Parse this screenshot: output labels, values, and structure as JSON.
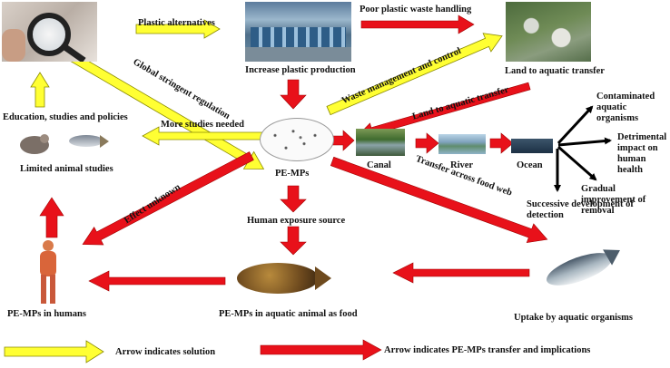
{
  "labels": {
    "plastic_alternatives": "Plastic alternatives",
    "poor_handling": "Poor plastic waste handling",
    "increase_production": "Increase plastic production",
    "global_regulation": "Global stringent regulation",
    "waste_management": "Waste management and control",
    "land_to_aquatic_top": "Land to aquatic transfer",
    "land_to_aquatic_mid": "Land to aquatic transfer",
    "education": "Education, studies and policies",
    "more_studies": "More studies needed",
    "limited_animal": "Limited animal studies",
    "pe_mps": "PE-MPs",
    "canal": "Canal",
    "river": "River",
    "ocean": "Ocean",
    "contaminated": "Contaminated aquatic organisms",
    "detrimental": "Detrimental impact on human health",
    "gradual": "Gradual improvement of removal",
    "successive": "Successive development of detection",
    "effect_unknown": "Effect unknown",
    "human_exposure": "Human exposure source",
    "transfer_food_web": "Transfer across food web",
    "pe_humans": "PE-MPs in humans",
    "pe_animal_food": "PE-MPs in aquatic animal as food",
    "uptake": "Uptake by aquatic organisms"
  },
  "legend": {
    "solution": "Arrow indicates solution",
    "transfer": "Arrow indicates PE-MPs transfer and implications"
  },
  "colors": {
    "solution_arrow": "#ffff33",
    "transfer_arrow": "#e8111a",
    "implication_arrow": "#000000"
  }
}
